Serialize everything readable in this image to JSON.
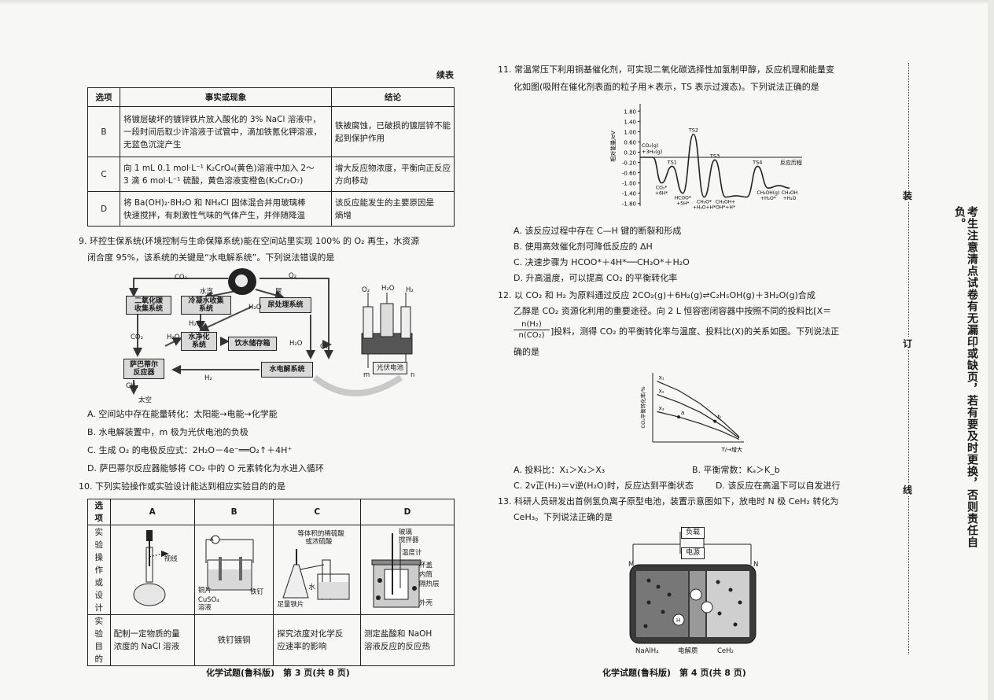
{
  "left_page": {
    "continued_label": "续表",
    "table_b": {
      "headers": [
        "选项",
        "事实或现象",
        "结论"
      ],
      "rows": [
        {
          "option": "B",
          "fact": [
            "将镀层破坏的镀锌铁片放入酸化的 3% NaCl 溶液中，",
            "一段时间后取少许溶液于试管中，滴加铁氰化钾溶液，",
            "无蓝色沉淀产生"
          ],
          "conclusion": [
            "铁被腐蚀，已破损的镀层锌不能",
            "起到保护作用"
          ]
        },
        {
          "option": "C",
          "fact": [
            "向 1 mL 0.1 mol·L⁻¹ K₂CrO₄(黄色)溶液中加入 2～",
            "3 滴 6 mol·L⁻¹ 硫酸，黄色溶液变橙色(K₂Cr₂O₇)"
          ],
          "conclusion": [
            "增大反应物浓度，平衡向正反应",
            "方向移动"
          ]
        },
        {
          "option": "D",
          "fact": [
            "将 Ba(OH)₂·8H₂O 和 NH₄Cl 固体混合并用玻璃棒",
            "快速搅拌，有刺激性气味的气体产生，并伴随降温"
          ],
          "conclusion": [
            "该反应能发生的主要原因是",
            "熵增"
          ]
        }
      ]
    },
    "q9": {
      "stem": [
        "9. 环控生保系统(环境控制与生命保障系统)能在空间站里实现 100% 的 O₂ 再生，水资源",
        "闭合度 95%，该系统的关键是“水电解系统”。下列说法错误的是"
      ],
      "options": [
        "A. 空间站中存在能量转化：太阳能→电能→化学能",
        "B. 水电解装置中，m 极为光伏电池的负极",
        "C. 生成 O₂ 的电极反应式：2H₂O－4e⁻══O₂↑＋4H⁺",
        "D. 萨巴蒂尔反应器能够将 CO₂ 中的 O 元素转化为水进入循环"
      ],
      "diagram": {
        "boxes": {
          "co2_collect": "二氧化碳\n收集系统",
          "condensate": "冷凝水收集\n系统",
          "urine": "尿处理系统",
          "water_purify": "水净化\n系统",
          "drinking": "饮水储存箱",
          "sabatier": "萨巴蒂尔\n反应器",
          "electrolysis": "水电解系统"
        },
        "labels": {
          "co2_top": "CO₂",
          "o2_top": "O₂",
          "vapor": "水汽",
          "urine_in": "尿",
          "h2o_a": "H₂O",
          "h2o_b": "H₂O",
          "h2o_c": "H₂O",
          "h2o_d": "H₂O",
          "co2_left": "CO₂",
          "o2_right": "O₂",
          "h2": "H₂",
          "ch4": "CH₄",
          "space": "太空"
        },
        "cell": {
          "o2": "O₂",
          "h2o": "H₂O",
          "h2": "H₂",
          "m": "m",
          "n": "n",
          "pv": "光伏电池"
        }
      }
    },
    "q10": {
      "stem": "10. 下列实验操作或实验设计能达到相应实验目的的是",
      "headers": [
        "选项",
        "A",
        "B",
        "C",
        "D"
      ],
      "row1_label": [
        "实验",
        "操作",
        "或设计"
      ],
      "row2_label": [
        "实验",
        "目的"
      ],
      "labels_a": {
        "eye": "视线"
      },
      "labels_b": {
        "cu": "铜片",
        "cuso4": "CuSO₄",
        "sol": "溶液",
        "nail": "铁钉",
        "ammeter": "A"
      },
      "labels_c": {
        "acid": "等体积的稀硫酸",
        "acid2": "或浓硫酸",
        "water": "水",
        "iron": "足量铁片"
      },
      "labels_d": {
        "stir": "搅拌器",
        "stir0": "玻璃",
        "thermo": "温度计",
        "lid": "杯盖",
        "inner": "内筒",
        "insul": "隔热层",
        "shell": "外壳"
      },
      "purposes": [
        [
          "配制一定物质的量",
          "浓度的 NaCl 溶液"
        ],
        [
          "铁钉镀铜"
        ],
        [
          "探究浓度对化学反",
          "应速率的影响"
        ],
        [
          "测定盐酸和 NaOH",
          "溶液反应的反应热"
        ]
      ]
    },
    "footer": "化学试题(鲁科版)　第 3 页(共 8 页)"
  },
  "right_page": {
    "q11": {
      "stem": [
        "11. 常温常压下利用铜基催化剂，可实现二氧化碳选择性加氢制甲醇，反应机理和能量变",
        "化如图(吸附在催化剂表面的粒子用＊表示，TS 表示过渡态)。下列说法正确的是"
      ],
      "options": [
        "A. 该反应过程中存在 C—H 键的断裂和形成",
        "B. 使用高效催化剂可降低反应的 ΔH",
        "C. 决速步骤为 HCOO*＋4H*──CH₃O*＋H₂O",
        "D. 升高温度，可以提高 CO₂ 的平衡转化率"
      ]
    },
    "q12": {
      "stem": [
        "12. 以 CO₂ 和 H₂ 为原料通过反应 2CO₂(g)＋6H₂(g)⇌C₂H₅OH(g)＋3H₂O(g)合成",
        "乙醇是 CO₂ 资源化利用的重要途径。向 2 L 恒容密闭容器中按照不同的投料比[X＝",
        "]投料，测得 CO₂ 的平衡转化率与温度、投料比(X)的关系如图。下列说法正",
        "确的是"
      ],
      "ratio_num": "n(H₂)",
      "ratio_den": "n(CO₂)",
      "options": [
        "A. 投料比：X₁＞X₂＞X₃",
        "B. 平衡常数：Kₐ＞K_b",
        "C. 2v正(H₂)＝v逆(H₂O)时，反应达到平衡状态",
        "D. 该反应在高温下可以自发进行"
      ]
    },
    "q13": {
      "stem": [
        "13. 科研人员研发出首例氢负离子原型电池，装置示意图如下，放电时 N 极 CeH₂ 转化为",
        "CeH₃。下列说法正确的是"
      ],
      "labels": {
        "load": "负载",
        "power": "电源",
        "m": "M",
        "n": "N",
        "naalh4": "NaAlH₄",
        "electrolyte": "电解质",
        "ceh2": "CeH₂",
        "ion": "H"
      }
    },
    "footer": "化学试题(鲁科版)　第 4 页(共 8 页)"
  },
  "binding": {
    "zhuang": "装",
    "ding": "订",
    "xian": "线",
    "notice": "考生注意清点试卷有无漏印或缺页，若有要及时更换，否则责任自负。"
  },
  "chart_data": [
    {
      "type": "line",
      "title": "",
      "ylabel": "相对能量/eV",
      "xlabel": "反应历程",
      "yticks": [
        1.8,
        1.4,
        1.0,
        0.6,
        0.2,
        -0.2,
        -0.6,
        -1.0,
        -1.4,
        -1.8
      ],
      "ytick_labels": [
        "1.80",
        "1.40",
        "1.00",
        "0.60",
        "0.20",
        "-0.20",
        "-0.60",
        "-1.00",
        "-1.40",
        "-1.80"
      ],
      "ylim": [
        -1.9,
        1.9
      ],
      "start_label": [
        "CO₂(g)",
        "+3H₂(g)"
      ],
      "ts_labels": [
        "TS1",
        "TS2",
        "TS3",
        "TS4"
      ],
      "intermediates": [
        [
          "CO₂*",
          "+6H*"
        ],
        [
          "HCOO*",
          "+5H*"
        ],
        [
          "CH₃O*",
          "+H₂O+H*"
        ],
        [
          "CH₃OH+",
          "OH*+H*"
        ],
        [
          "CH₃OH(g)",
          "+H₂O*"
        ],
        [
          "CH₃OH",
          "+H₂O"
        ]
      ],
      "series": [
        {
          "x": [
            0,
            0.6,
            1.0,
            1.5,
            2.0,
            2.5,
            3.0,
            3.5,
            4.0,
            4.5,
            5.0,
            5.5,
            6.0,
            6.5,
            7.0
          ],
          "values": [
            0.0,
            0.0,
            -1.0,
            -0.35,
            -1.4,
            0.9,
            -1.55,
            -0.1,
            -1.55,
            -1.5,
            -1.55,
            -0.35,
            -1.2,
            -1.1,
            -1.2
          ]
        }
      ]
    },
    {
      "type": "line",
      "title": "",
      "ylabel": "CO₂平衡转化率/%",
      "xlabel": "T/→增大",
      "series": [
        {
          "name": "X₁",
          "values": [
            0.92,
            0.78,
            0.58,
            0.32,
            0.08
          ]
        },
        {
          "name": "X₂",
          "values": [
            0.72,
            0.6,
            0.45,
            0.25,
            0.06
          ]
        },
        {
          "name": "X₃",
          "values": [
            0.46,
            0.38,
            0.28,
            0.16,
            0.04
          ]
        }
      ],
      "x": [
        0.05,
        0.3,
        0.55,
        0.8,
        1.0
      ],
      "points": [
        {
          "label": "a",
          "series": "X₃",
          "x": 0.3
        },
        {
          "label": "b",
          "series": "X₂",
          "x": 0.72
        }
      ]
    }
  ]
}
